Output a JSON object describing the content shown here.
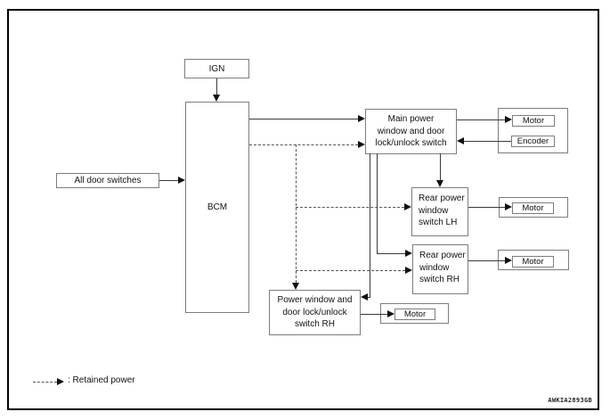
{
  "figure_code": "AWKIA2893GB",
  "legend": {
    "label": ": Retained power"
  },
  "colors": {
    "line": "#3a3a3a",
    "dashed_line": "#555555",
    "box_border": "#7d7d7d",
    "frame": "#000000",
    "background": "#ffffff"
  },
  "boxes": {
    "ign": {
      "label": "IGN"
    },
    "bcm": {
      "label": "BCM"
    },
    "all_door_switches": {
      "label": "All door switches"
    },
    "main_power_switch": {
      "lines": [
        "Main power",
        "window and door",
        "lock/unlock switch"
      ]
    },
    "motor_main": {
      "label": "Motor"
    },
    "encoder": {
      "label": "Encoder"
    },
    "rear_switch_lh": {
      "lines": [
        "Rear power",
        "window",
        "switch LH"
      ]
    },
    "motor_rear_lh": {
      "label": "Motor"
    },
    "rear_switch_rh": {
      "lines": [
        "Rear power",
        "window",
        "switch RH"
      ]
    },
    "motor_rear_rh": {
      "label": "Motor"
    },
    "power_window_switch_rh": {
      "lines": [
        "Power window and",
        "door lock/unlock",
        "switch RH"
      ]
    },
    "motor_front_rh": {
      "label": "Motor"
    }
  }
}
